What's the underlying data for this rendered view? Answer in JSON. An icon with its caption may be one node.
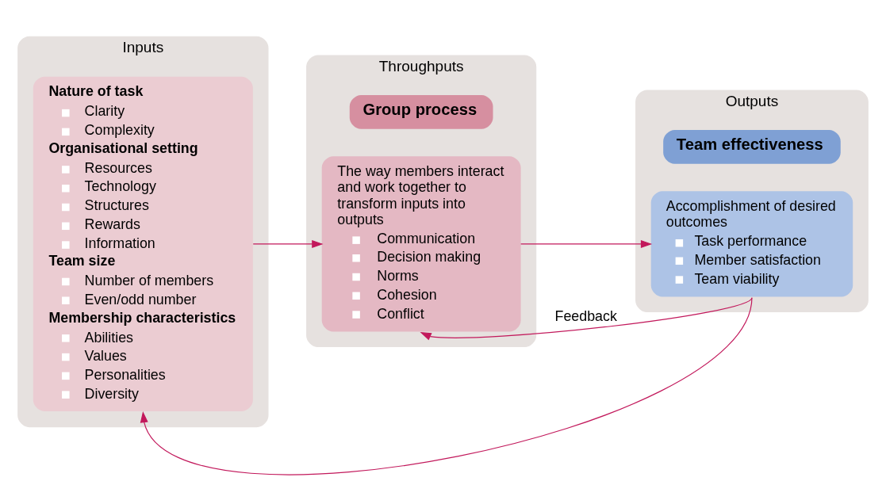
{
  "diagram": {
    "nodes": [
      {
        "text": [
          "Inputs"
        ]
      },
      {
        "text": [
          "Nature of task",
          "Clarity",
          "Complexity",
          "Organisational setting",
          "Resources",
          "Technology",
          "Structures",
          "Rewards",
          "Information",
          "Team size",
          "Number of members",
          "Even/odd number",
          "Membership characteristics",
          "Abilities",
          "Values",
          "Personalities",
          "Diversity"
        ],
        "in": 0
      },
      {
        "text": [
          "Throughputs"
        ]
      },
      {
        "text": [
          "Group process"
        ],
        "in": 2
      },
      {
        "text": [
          "The way members interact and work together to transform inputs into outputs",
          "Communication",
          "Decision making",
          "Norms",
          "Cohesion",
          "Conflict"
        ],
        "in": 2
      },
      {
        "text": [
          "Outputs"
        ]
      },
      {
        "text": [
          "Team effectiveness"
        ],
        "in": 5
      },
      {
        "text": [
          "Accomplishment of desired outcomes",
          "Task performance",
          "Member satisfaction",
          "Team viability"
        ],
        "in": 5
      }
    ],
    "edges": [
      {
        "from": 1,
        "to": 4,
        "arrow": "to"
      },
      {
        "from": 4,
        "to": 7,
        "arrow": "to"
      },
      {
        "from": 7,
        "to": 4,
        "arrow": "to",
        "label": "Feedback"
      },
      {
        "from": 7,
        "to": 1,
        "arrow": "to"
      }
    ]
  }
}
